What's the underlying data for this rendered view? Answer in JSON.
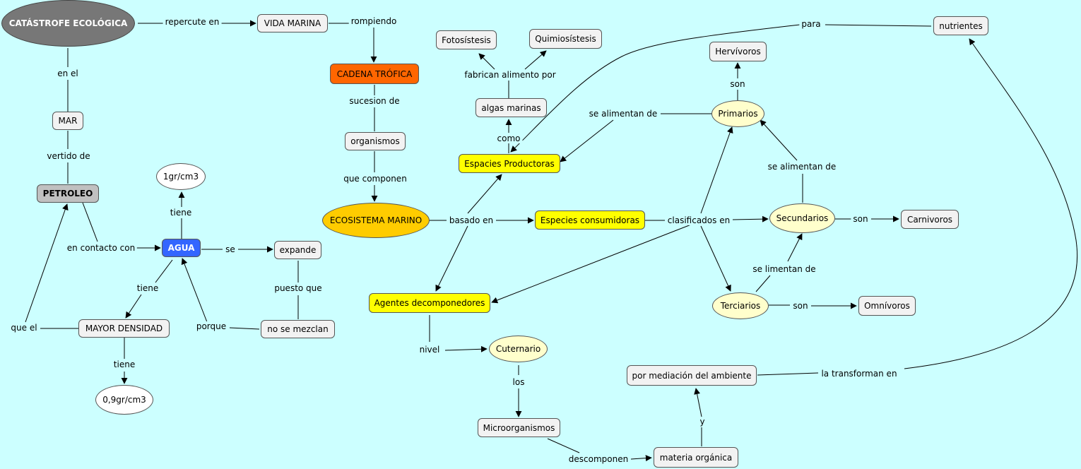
{
  "nodes": {
    "catastrofe": "CATÁSTROFE ECOLÓGICA",
    "vida_marina": "VIDA MARINA",
    "mar": "MAR",
    "petroleo": "PETROLEO",
    "densidad_agua": "1gr/cm3",
    "agua": "AGUA",
    "expande": "expande",
    "mayor_densidad": "MAYOR DENSIDAD",
    "no_se_mezclan": "no se mezclan",
    "densidad_petroleo": "0,9gr/cm3",
    "cadena_trofica": "CADENA TRÓFICA",
    "organismos": "organismos",
    "ecosistema": "ECOSISTEMA MARINO",
    "fotosintesis": "Fotosístesis",
    "quimiosintesis": "Quimiosístesis",
    "algas": "algas marinas",
    "productoras": "Espacies Productoras",
    "consumidoras": "Especies consumidoras",
    "descomponedores": "Agentes decomponedores",
    "cuternario": "Cuternario",
    "microorganismos": "Microorganismos",
    "materia": "materia orgánica",
    "ambiente": "por mediación del ambiente",
    "herbivoros": "Hervívoros",
    "primarios": "Primarios",
    "secundarios": "Secundarios",
    "carnivoros": "Carnivoros",
    "terciarios": "Terciarios",
    "omnivoros": "Omnívoros",
    "nutrientes": "nutrientes"
  },
  "links": {
    "repercute_en": "repercute en",
    "rompiendo": "rompiendo",
    "en_el": "en el",
    "vertido_de": "vertido de",
    "tiene_1": "tiene",
    "en_contacto_con": "en contacto con",
    "se": "se",
    "tiene_2": "tiene",
    "que_el": "que el",
    "porque": "porque",
    "puesto_que": "puesto que",
    "tiene_3": "tiene",
    "sucesion_de": "sucesion de",
    "que_componen": "que componen",
    "basado_en": "basado en",
    "fabrican": "fabrican alimento por",
    "como": "como",
    "para": "para",
    "se_alimentan_1": "se alimentan de",
    "son_1": "son",
    "clasificados_en": "clasificados en",
    "se_alimentan_2": "se alimentan de",
    "son_2": "son",
    "se_limentan": "se limentan de",
    "son_3": "son",
    "nivel": "nivel",
    "los": "los",
    "descomponen": "descomponen",
    "y": "y",
    "la_transforman": "la transforman en"
  },
  "colors": {
    "background": "#ccffff",
    "node_default": "#f2f2f2",
    "catastrofe": "#777777",
    "petroleo": "#c0c0c0",
    "agua": "#3366ff",
    "cadena_trofica": "#ff6600",
    "ecosistema": "#ffcc00",
    "species_yellow": "#ffff00",
    "consumer_ovals": "#ffffcc",
    "densidad_ovals": "#ffffff"
  }
}
